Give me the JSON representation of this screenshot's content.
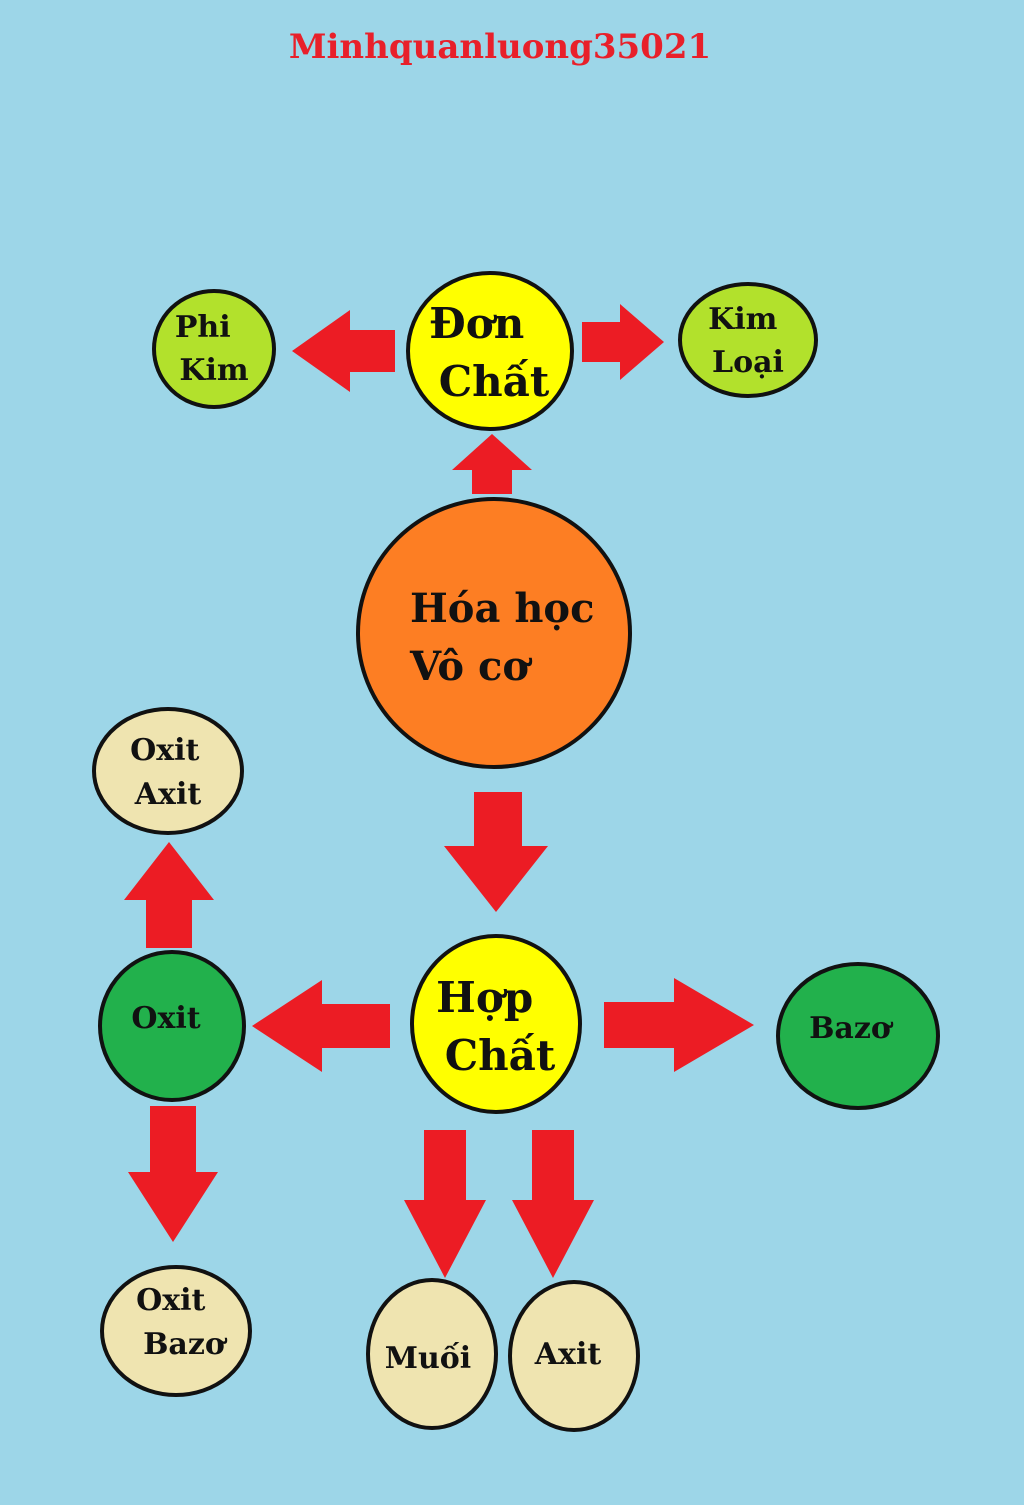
{
  "watermark": "Minhquanluong35021",
  "nodes": {
    "phi_kim": [
      "Phi",
      "Kim"
    ],
    "don_chat": [
      "Đơn",
      "Chất"
    ],
    "kim_loai": [
      "Kim",
      "Loại"
    ],
    "hoa_hoc_vo_co": [
      "Hóa học",
      "Vô cơ"
    ],
    "oxit_axit": [
      "Oxit",
      "Axit"
    ],
    "oxit": [
      "Oxit"
    ],
    "hop_chat": [
      "Hợp",
      "Chất"
    ],
    "bazo": [
      "Bazơ"
    ],
    "oxit_bazo": [
      "Oxit",
      "Bazơ"
    ],
    "muoi": [
      "Muối"
    ],
    "axit": [
      "Axit"
    ]
  },
  "colors": {
    "background": "#9dd6e8",
    "arrow": "#ec1c24",
    "outline": "#111111",
    "watermark": "#e8202a",
    "orange": "#fd7e23",
    "yellow": "#ffff00",
    "light_green": "#b2e12c",
    "dark_green": "#22b14c",
    "beige": "#efe4b0"
  }
}
